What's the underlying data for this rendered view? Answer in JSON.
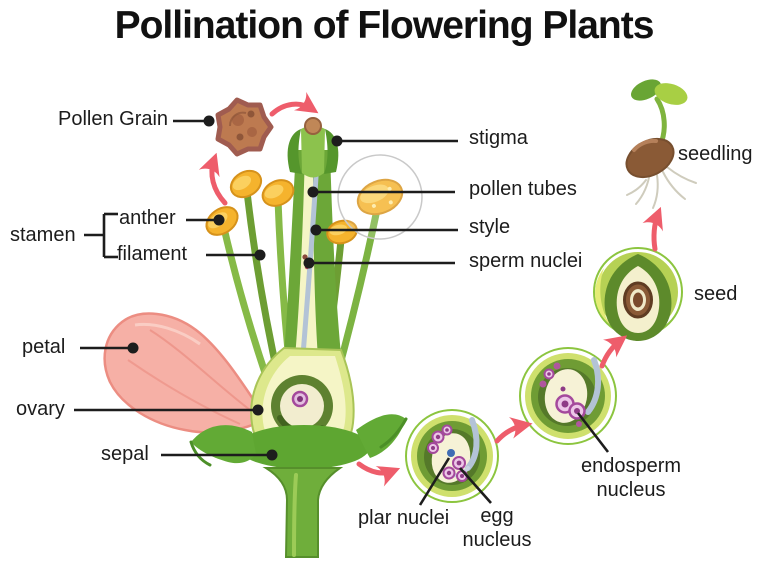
{
  "title": "Pollination of Flowering Plants",
  "flower_labels": {
    "pollen_grain": "Pollen Grain",
    "stamen": "stamen",
    "anther": "anther",
    "filament": "filament",
    "petal": "petal",
    "ovary": "ovary",
    "sepal": "sepal",
    "stigma": "stigma",
    "pollen_tubes": "pollen tubes",
    "style": "style",
    "sperm_nuclei": "sperm nuclei"
  },
  "cycle_labels": {
    "plar_nuclei": "plar nuclei",
    "egg_nucleus": {
      "line1": "egg",
      "line2": "nucleus"
    },
    "endosperm_nucleus": {
      "line1": "endosperm",
      "line2": "nucleus"
    },
    "seed": "seed",
    "seedling": "seedling"
  },
  "icons": {
    "pollen_grain": "bumpy-brown-sphere",
    "cycle_arrow": "curved-pink-arrow",
    "magnifier_circle": "zoom-lens-circle"
  },
  "colors": {
    "arrow_pink": "#ee5d6b",
    "label_text": "#1c1c1c",
    "anther_gold": "#f5b32d",
    "petal_pink": "#f6b0a6",
    "stem_green": "#6fae3b",
    "leaf_green": "#62aa35",
    "dark_green": "#55962c",
    "lime": "#dde88c",
    "cream": "#f5f5c6",
    "tube_blue": "#b3c3d6",
    "nucleus_purple": "#a4499c",
    "pollen_brown": "#bd7a50",
    "seed_brown": "#8a5a36"
  }
}
